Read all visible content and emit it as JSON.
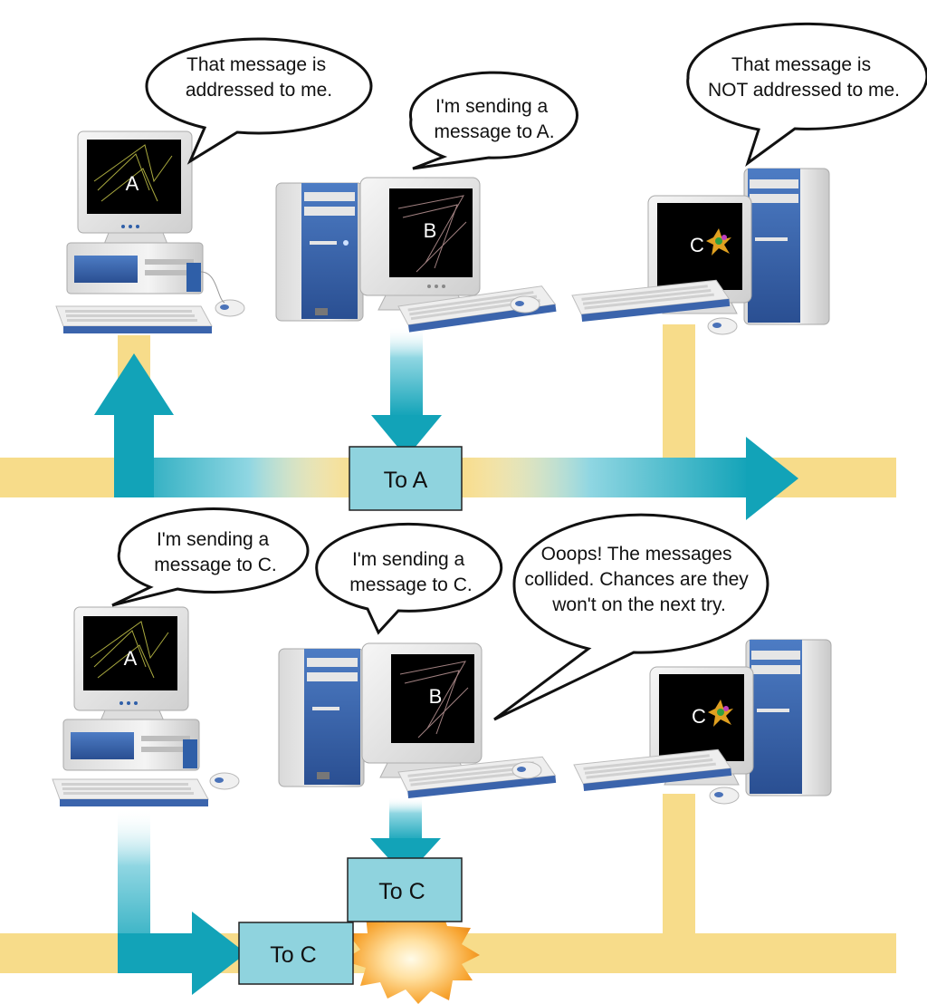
{
  "colors": {
    "wire": "#f7dc8a",
    "arrow": "#12a3b8",
    "packet": "#8fd3de",
    "case_blue": "#2f5fa8",
    "screen": "#000000",
    "burst_outer": "#f5a623",
    "burst_inner": "#fff6d8"
  },
  "top": {
    "bubbles": [
      {
        "lines": [
          "That message is",
          "addressed to me."
        ]
      },
      {
        "lines": [
          "I'm sending a",
          "message to A."
        ]
      },
      {
        "lines": [
          "That message is",
          "NOT addressed to me."
        ]
      }
    ],
    "computers": [
      {
        "label": "A"
      },
      {
        "label": "B"
      },
      {
        "label": "C"
      }
    ],
    "packet": {
      "label": "To A"
    }
  },
  "bottom": {
    "bubbles": [
      {
        "lines": [
          "I'm sending a",
          "message to C."
        ]
      },
      {
        "lines": [
          "I'm sending a",
          "message to C."
        ]
      },
      {
        "lines": [
          "Ooops! The messages",
          "collided. Chances are they",
          "won't on the next try."
        ]
      }
    ],
    "computers": [
      {
        "label": "A"
      },
      {
        "label": "B"
      },
      {
        "label": "C"
      }
    ],
    "packets": [
      {
        "label": "To C"
      },
      {
        "label": "To C"
      }
    ]
  }
}
